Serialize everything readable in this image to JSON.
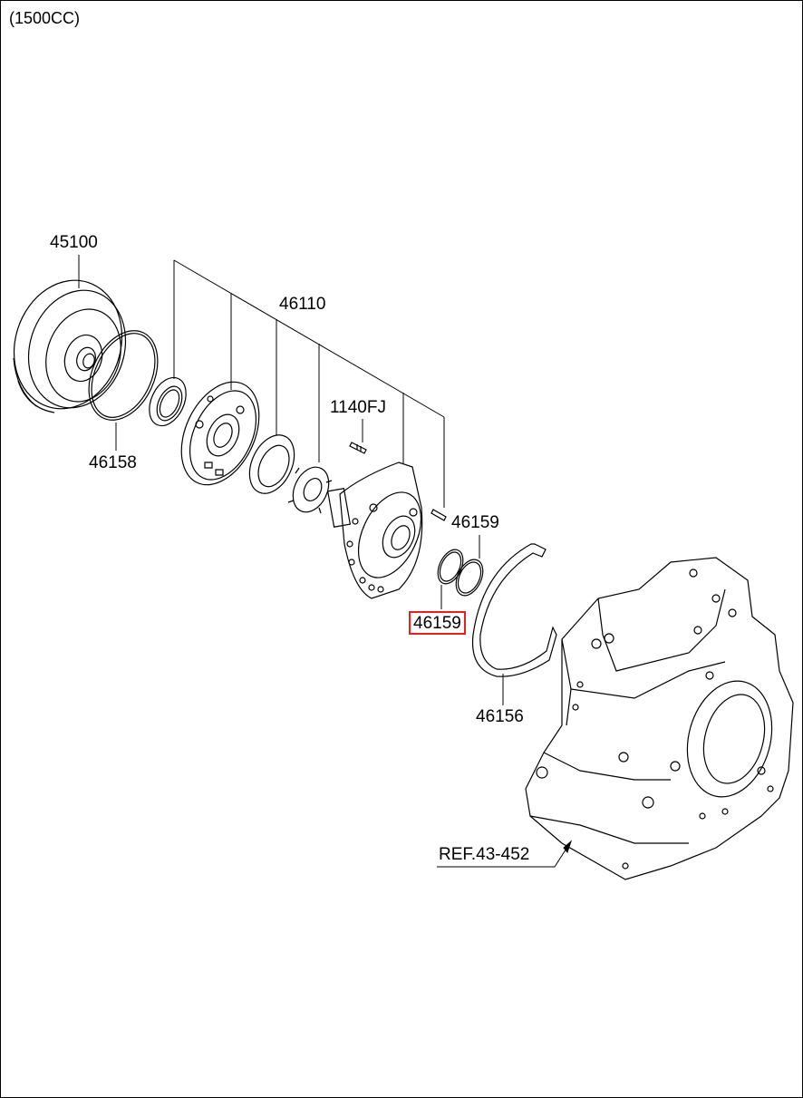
{
  "header": {
    "engine_variant": "(1500CC)"
  },
  "callouts": {
    "torque_converter": "45100",
    "oil_pump_assy": "46110",
    "o_ring_large": "46158",
    "bolt": "1140FJ",
    "seal_ring_upper": "46159",
    "seal_ring_selected": "46159",
    "gasket": "46156",
    "case_reference": "REF.43-452"
  },
  "highlight_color": "#e32222"
}
